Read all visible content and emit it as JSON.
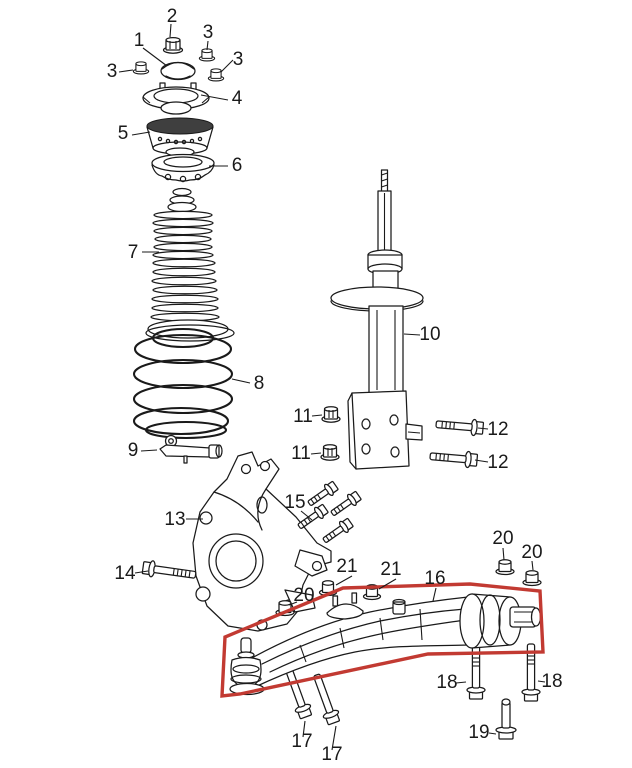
{
  "diagram": {
    "type": "exploded-parts-diagram",
    "subject": "front suspension strut, coil spring, knuckle and lower control arm",
    "background": "#ffffff",
    "line_color": "#1a1a1a",
    "highlight_color": "#c23a32",
    "highlighted_callout": "16",
    "callouts": [
      {
        "num": "2"
      },
      {
        "num": "1"
      },
      {
        "num": "3"
      },
      {
        "num": "3"
      },
      {
        "num": "3"
      },
      {
        "num": "4"
      },
      {
        "num": "5"
      },
      {
        "num": "6"
      },
      {
        "num": "7"
      },
      {
        "num": "8"
      },
      {
        "num": "9"
      },
      {
        "num": "10"
      },
      {
        "num": "11"
      },
      {
        "num": "11"
      },
      {
        "num": "12"
      },
      {
        "num": "12"
      },
      {
        "num": "13"
      },
      {
        "num": "14"
      },
      {
        "num": "15"
      },
      {
        "num": "16"
      },
      {
        "num": "20"
      },
      {
        "num": "20"
      },
      {
        "num": "21"
      },
      {
        "num": "21"
      },
      {
        "num": "20"
      },
      {
        "num": "18"
      },
      {
        "num": "18"
      },
      {
        "num": "19"
      },
      {
        "num": "17"
      },
      {
        "num": "17"
      }
    ]
  }
}
